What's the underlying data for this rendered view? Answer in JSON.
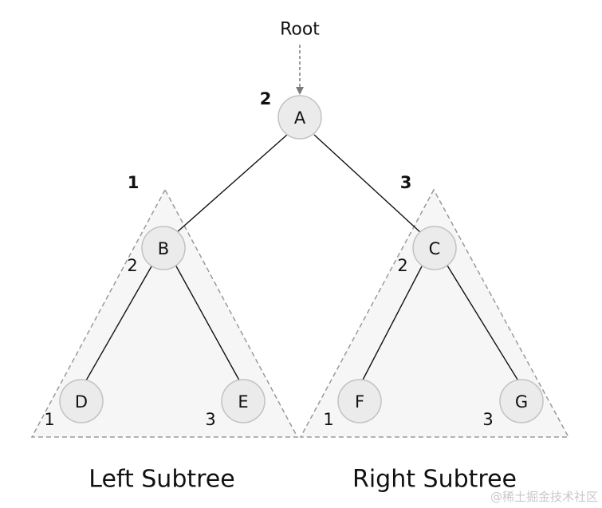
{
  "root_label": "Root",
  "nodes": {
    "a": "A",
    "b": "B",
    "c": "C",
    "d": "D",
    "e": "E",
    "f": "F",
    "g": "G"
  },
  "order_numbers": {
    "a": "2",
    "left_subtree": "1",
    "right_subtree": "3",
    "b": "2",
    "c": "2",
    "d": "1",
    "e": "3",
    "f": "1",
    "g": "3"
  },
  "subtree_labels": {
    "left": "Left Subtree",
    "right": "Right Subtree"
  },
  "watermark": "@稀土掘金技术社区",
  "colors": {
    "node_fill": "#ebebeb",
    "node_stroke": "#c2c2c2",
    "subtree_fill": "#f6f6f6",
    "subtree_stroke": "#9a9a9a"
  }
}
